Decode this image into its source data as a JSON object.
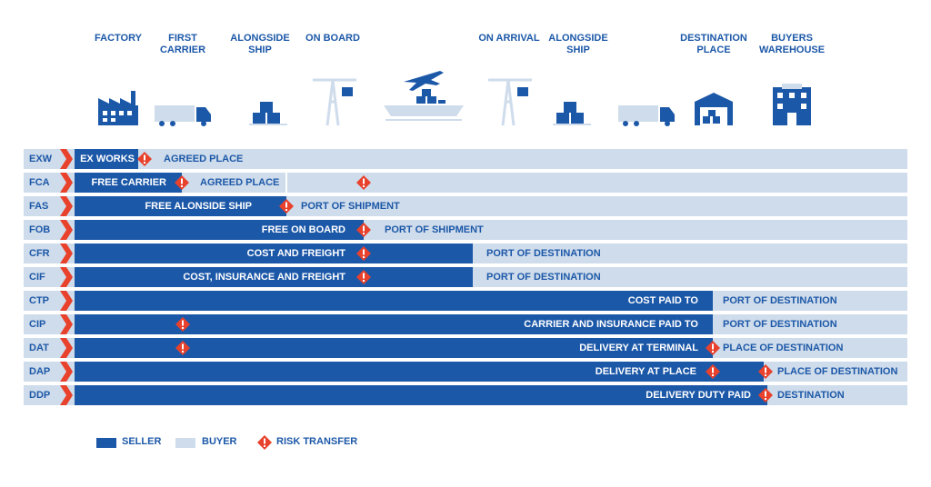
{
  "stages": [
    {
      "label": "FACTORY",
      "icon": "factory-icon"
    },
    {
      "label": "FIRST\nCARRIER",
      "icon": "truck-icon"
    },
    {
      "label": "ALONGSIDE\nSHIP",
      "icon": "boxes-icon"
    },
    {
      "label": "ON BOARD",
      "icon": "crane-icon"
    },
    {
      "label": "",
      "icon": "ship-plane-icon"
    },
    {
      "label": "ON ARRIVAL",
      "icon": "crane-icon"
    },
    {
      "label": "ALONGSIDE\nSHIP",
      "icon": "boxes-icon"
    },
    {
      "label": "",
      "icon": "truck-icon"
    },
    {
      "label": "DESTINATION\nPLACE",
      "icon": "warehouse-icon"
    },
    {
      "label": "BUYERS\nWAREHOUSE",
      "icon": "office-building-icon"
    }
  ],
  "terms": [
    {
      "code": "EXW",
      "seller": "EX WORKS",
      "buyer": "AGREED PLACE"
    },
    {
      "code": "FCA",
      "seller": "FREE CARRIER",
      "buyer": "AGREED PLACE"
    },
    {
      "code": "FAS",
      "seller": "FREE ALONSIDE SHIP",
      "buyer": "PORT OF SHIPMENT"
    },
    {
      "code": "FOB",
      "seller": "FREE ON BOARD",
      "buyer": "PORT OF SHIPMENT"
    },
    {
      "code": "CFR",
      "seller": "COST AND FREIGHT",
      "buyer": "PORT OF DESTINATION"
    },
    {
      "code": "CIF",
      "seller": "COST, INSURANCE AND FREIGHT",
      "buyer": "PORT OF DESTINATION"
    },
    {
      "code": "CTP",
      "seller": "COST PAID TO",
      "buyer": "PORT OF DESTINATION"
    },
    {
      "code": "CIP",
      "seller": "CARRIER AND INSURANCE PAID TO",
      "buyer": "PORT OF DESTINATION"
    },
    {
      "code": "DAT",
      "seller": "DELIVERY AT TERMINAL",
      "buyer": "PLACE OF DESTINATION"
    },
    {
      "code": "DAP",
      "seller": "DELIVERY AT PLACE",
      "buyer": "PLACE OF DESTINATION"
    },
    {
      "code": "DDP",
      "seller": "DELIVERY DUTY PAID",
      "buyer": "DESTINATION"
    }
  ],
  "legend": {
    "seller": "SELLER",
    "buyer": "BUYER",
    "risk": "RISK TRANSFER"
  },
  "colors": {
    "seller": "#1c58a8",
    "buyer": "#cfdceb",
    "risk": "#e8412c"
  }
}
